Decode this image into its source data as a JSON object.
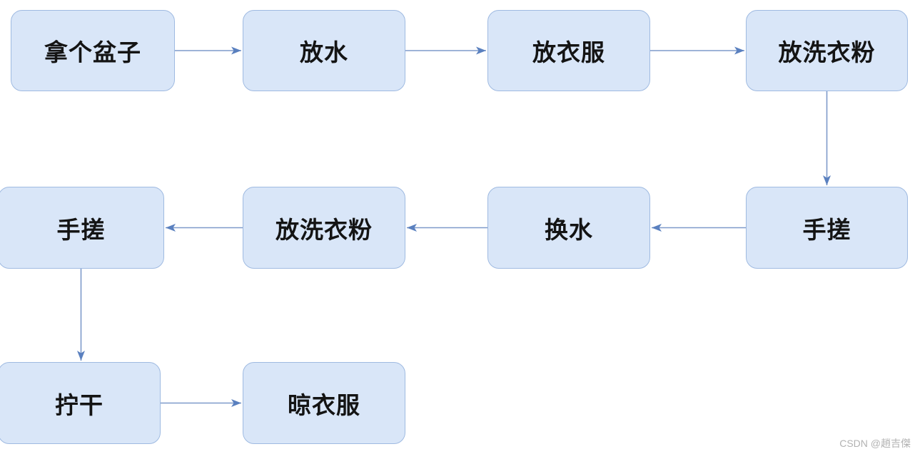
{
  "diagram": {
    "type": "flowchart",
    "nodes": [
      {
        "id": "n1",
        "label": "拿个盆子"
      },
      {
        "id": "n2",
        "label": "放水"
      },
      {
        "id": "n3",
        "label": "放衣服"
      },
      {
        "id": "n4",
        "label": "放洗衣粉"
      },
      {
        "id": "n5",
        "label": "手搓"
      },
      {
        "id": "n6",
        "label": "放洗衣粉"
      },
      {
        "id": "n7",
        "label": "换水"
      },
      {
        "id": "n8",
        "label": "手搓"
      },
      {
        "id": "n9",
        "label": "拧干"
      },
      {
        "id": "n10",
        "label": "晾衣服"
      }
    ],
    "edges": [
      {
        "from": "n1",
        "to": "n2"
      },
      {
        "from": "n2",
        "to": "n3"
      },
      {
        "from": "n3",
        "to": "n4"
      },
      {
        "from": "n4",
        "to": "n8"
      },
      {
        "from": "n8",
        "to": "n7"
      },
      {
        "from": "n7",
        "to": "n6"
      },
      {
        "from": "n6",
        "to": "n5"
      },
      {
        "from": "n5",
        "to": "n9"
      },
      {
        "from": "n9",
        "to": "n10"
      }
    ],
    "colors": {
      "node_fill": "#d9e6f8",
      "node_border": "#9fbae1",
      "arrow_line": "#7e9aca",
      "arrow_head": "#5a80bf",
      "text_color": "#141414",
      "watermark_color": "#b2b2b2",
      "bg": "#ffffff"
    }
  },
  "watermark": {
    "text": "CSDN @趙吉傑"
  }
}
